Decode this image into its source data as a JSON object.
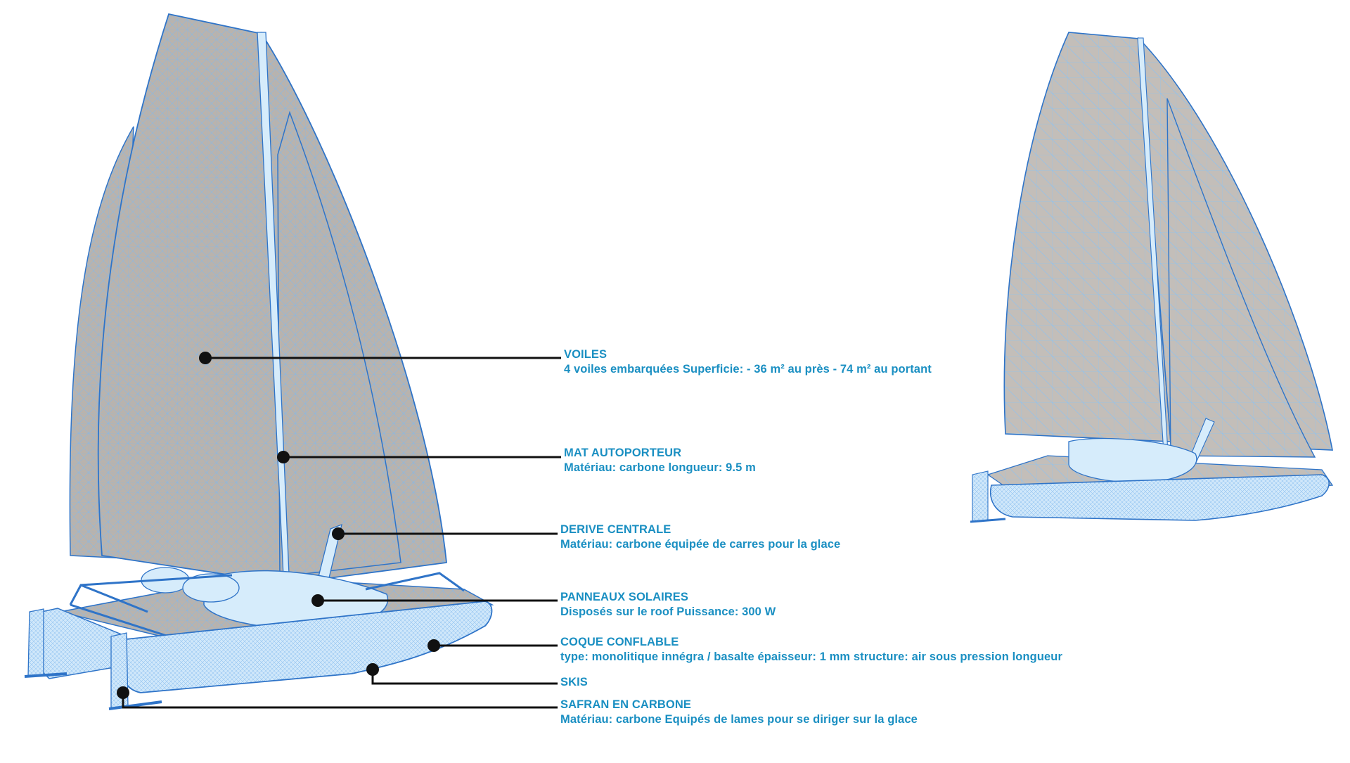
{
  "colors": {
    "accent_text": "#1a8fc2",
    "wire_blue": "#5aa9e8",
    "outline_blue": "#2f74c8",
    "sail_fill": "#b7b1ab",
    "hull_fill": "#d6ecfb",
    "leader_line": "#111111"
  },
  "labels": [
    {
      "title": "VOILES",
      "desc": "4 voiles embarquées Superficie: - 36 m² au près - 74 m² au portant"
    },
    {
      "title": "MAT AUTOPORTEUR",
      "desc": "Matériau: carbone longueur: 9.5 m"
    },
    {
      "title": "DERIVE CENTRALE",
      "desc": "Matériau: carbone équipée de carres pour la glace"
    },
    {
      "title": "PANNEAUX SOLAIRES",
      "desc": "Disposés sur le roof Puissance: 300 W"
    },
    {
      "title": "COQUE CONFLABLE",
      "desc": "type: monolitique innégra / basalte épaisseur: 1 mm structure: air sous pression longueur"
    },
    {
      "title": "SKIS",
      "desc": ""
    },
    {
      "title": "SAFRAN EN CARBONE",
      "desc": "Matériau: carbone Equipés de lames pour se diriger sur la glace"
    }
  ]
}
